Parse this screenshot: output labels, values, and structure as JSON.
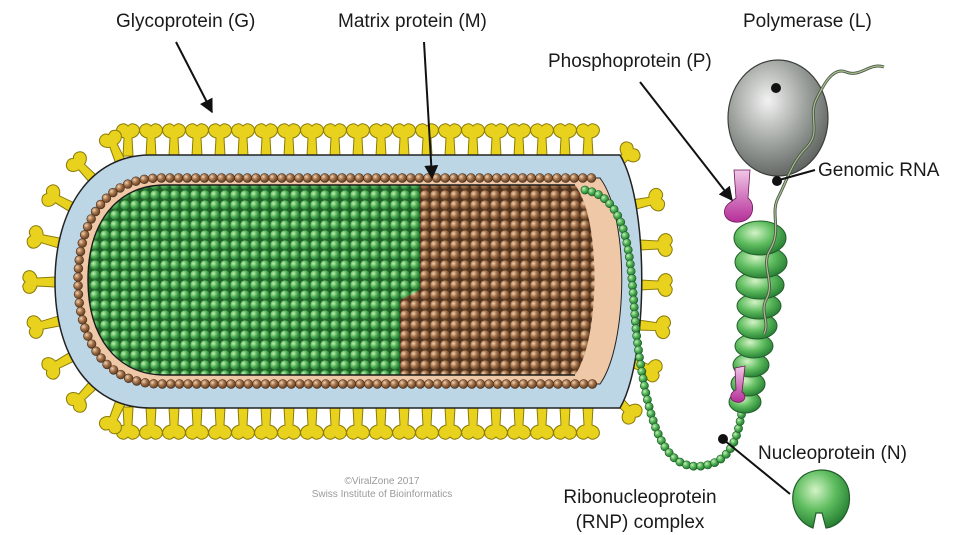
{
  "labels": {
    "glycoprotein": "Glycoprotein (G)",
    "matrix": "Matrix protein (M)",
    "phosphoprotein": "Phosphoprotein (P)",
    "polymerase": "Polymerase (L)",
    "genomic_rna": "Genomic RNA",
    "rnp_line1": "Ribonucleoprotein",
    "rnp_line2": "(RNP) complex",
    "nucleoprotein": "Nucleoprotein (N)"
  },
  "credit": {
    "line1": "©ViralZone 2017",
    "line2": "Swiss Institute of Bioinformatics"
  },
  "colors": {
    "glyco_yellow": "#e8d21e",
    "membrane_blue": "#bcd6e6",
    "inner_tan": "#efc8a8",
    "nucleo_green": "#3ea24a",
    "matrix_brown": "#9a6b47",
    "polymerase_grey": "#8f938f",
    "phospho_magenta": "#c043a6"
  }
}
